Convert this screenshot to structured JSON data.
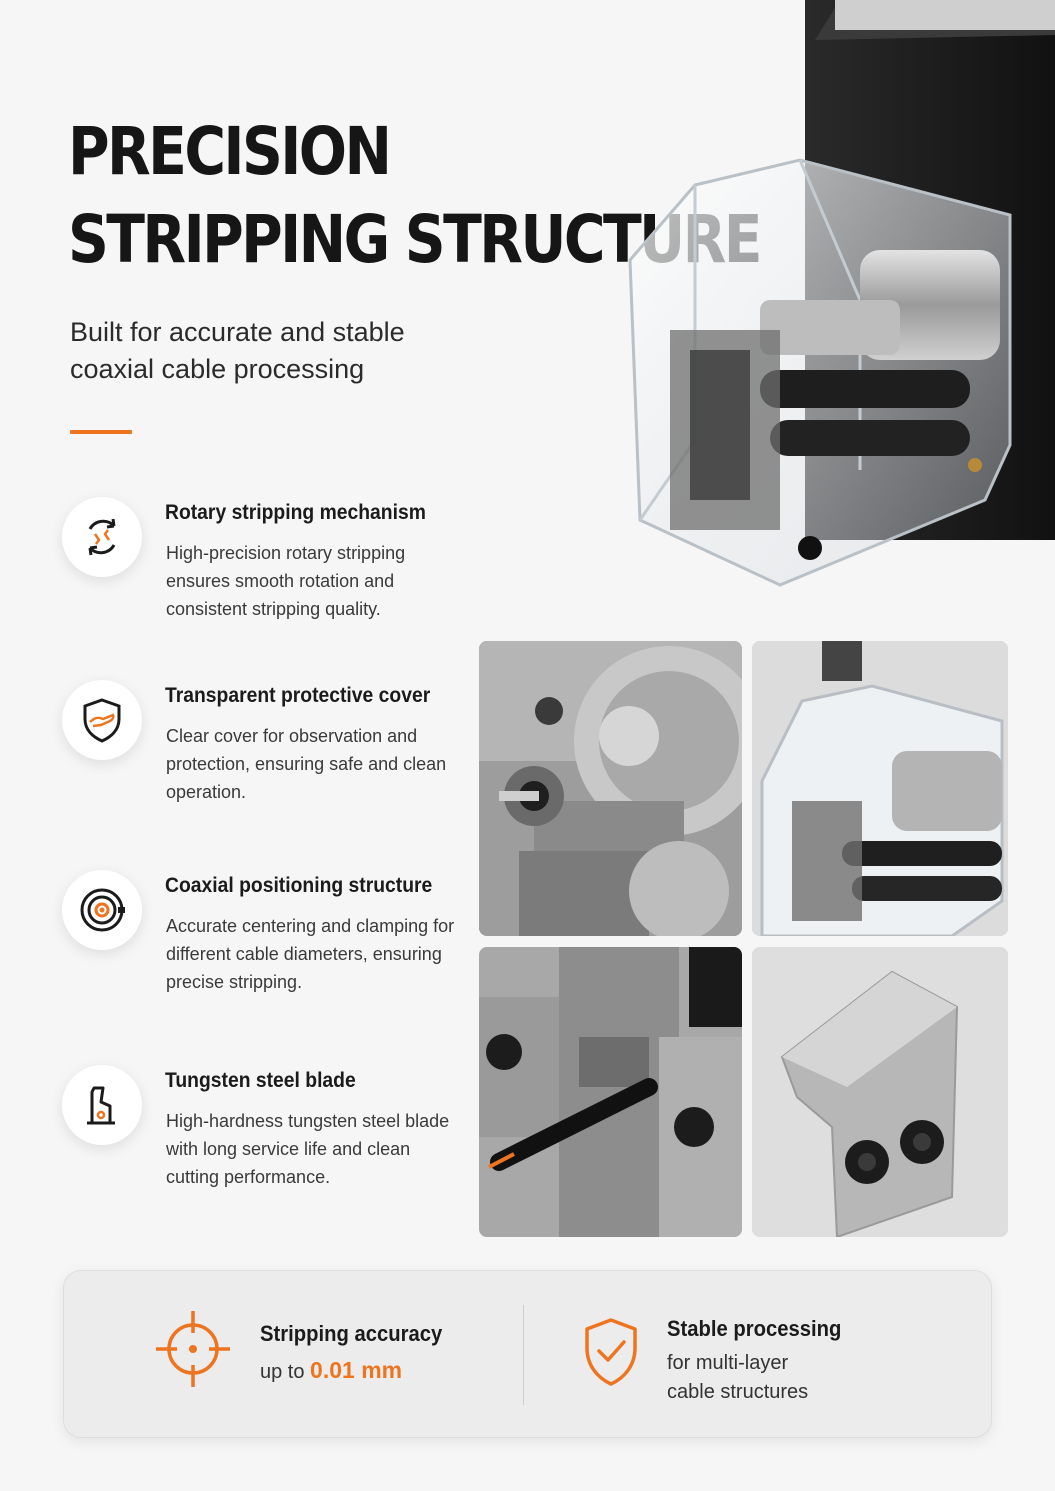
{
  "header": {
    "title_line1": "PRECISION",
    "title_line2": "STRIPPING STRUCTURE",
    "subtitle": "Built for accurate and stable coaxial cable processing"
  },
  "features": [
    {
      "icon": "rotate-arrows-icon",
      "title": "Rotary stripping mechanism",
      "description": "High-precision rotary stripping ensures smooth rotation and consistent stripping quality."
    },
    {
      "icon": "shield-hand-icon",
      "title": "Transparent protective cover",
      "description": "Clear cover for observation and protection, ensuring safe and clean operation."
    },
    {
      "icon": "target-rings-icon",
      "title": "Coaxial positioning structure",
      "description": "Accurate centering and clamping for different cable diameters, ensuring precise stripping."
    },
    {
      "icon": "blade-icon",
      "title": "Tungsten steel blade",
      "description": "High-hardness tungsten steel blade with long service life and clean cutting performance."
    }
  ],
  "stats": [
    {
      "icon": "crosshair-icon",
      "title": "Stripping accuracy",
      "line_prefix": "up to ",
      "highlight": "0.01 mm"
    },
    {
      "icon": "shield-check-icon",
      "title": "Stable processing",
      "line1": "for multi-layer",
      "line2": "cable structures"
    }
  ],
  "colors": {
    "accent": "#ee7420",
    "text": "#1d1d1d",
    "background": "#f6f6f6"
  }
}
